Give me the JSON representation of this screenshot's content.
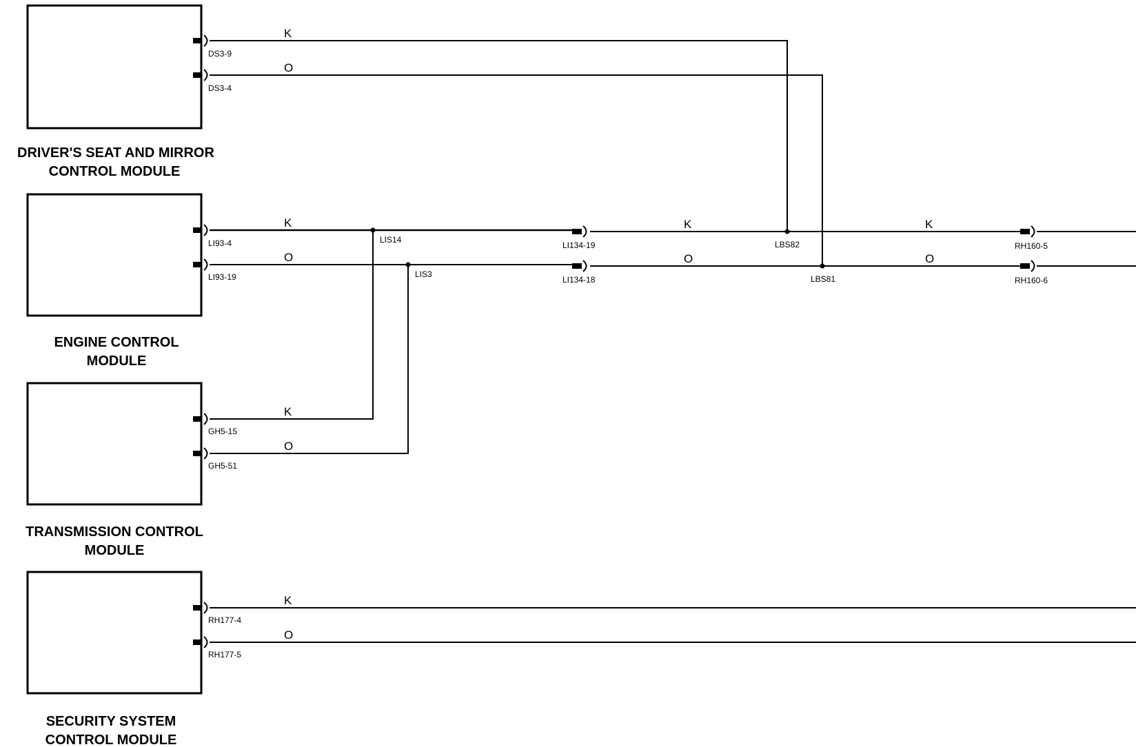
{
  "modules": [
    {
      "id": "dsm",
      "name_line1": "DRIVER'S SEAT AND MIRROR",
      "name_line2": "CONTROL MODULE"
    },
    {
      "id": "ecm",
      "name_line1": "ENGINE  CONTROL",
      "name_line2": "MODULE"
    },
    {
      "id": "tcm",
      "name_line1": "TRANSMISSION  CONTROL",
      "name_line2": "MODULE"
    },
    {
      "id": "ssm",
      "name_line1": "SECURITY SYSTEM",
      "name_line2": "CONTROL MODULE"
    }
  ],
  "pins": {
    "dsm_k": "DS3-9",
    "dsm_o": "DS3-4",
    "ecm_k": "LI93-4",
    "ecm_o": "LI93-19",
    "tcm_k": "GH5-15",
    "tcm_o": "GH5-51",
    "ssm_k": "RH177-4",
    "ssm_o": "RH177-5",
    "inline1_k": "LI134-19",
    "inline1_o": "LI134-18",
    "inline2_k": "RH160-5",
    "inline2_o": "RH160-6"
  },
  "splices": {
    "s1": "LIS14",
    "s2": "LIS3",
    "s3": "LBS82",
    "s4": "LBS81"
  },
  "wire_colors": {
    "k": "K",
    "o": "O"
  }
}
